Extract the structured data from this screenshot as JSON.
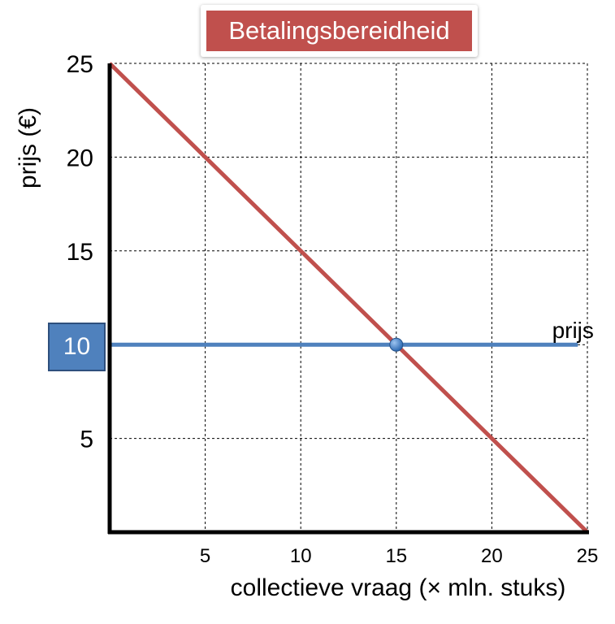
{
  "chart_data": {
    "type": "line",
    "title": "Betalingsbereidheid",
    "xlabel": "collectieve vraag (× mln. stuks)",
    "ylabel": "prijs (€)",
    "xlim": [
      0,
      25
    ],
    "ylim": [
      0,
      25
    ],
    "x_ticks": [
      5,
      10,
      15,
      20,
      25
    ],
    "y_ticks": [
      5,
      15,
      20,
      25
    ],
    "grid": true,
    "series": [
      {
        "values_x": [
          0,
          25
        ],
        "values_y": [
          25,
          0
        ],
        "color": "#c0504d"
      },
      {
        "name": "prijs",
        "values_x": [
          0,
          24.5
        ],
        "values_y": [
          10,
          10
        ],
        "color": "#4f81bd"
      }
    ],
    "annotations": [
      {
        "kind": "point",
        "x": 15,
        "y": 10,
        "color": "#4f81bd"
      },
      {
        "kind": "highlight-label",
        "axis": "y",
        "value": 10,
        "text": "10",
        "color": "#4f81bd"
      }
    ]
  },
  "colors": {
    "title_fill": "#c0504d",
    "price_box_fill": "#4f81bd",
    "axis": "#000000",
    "grid": "#000000"
  }
}
